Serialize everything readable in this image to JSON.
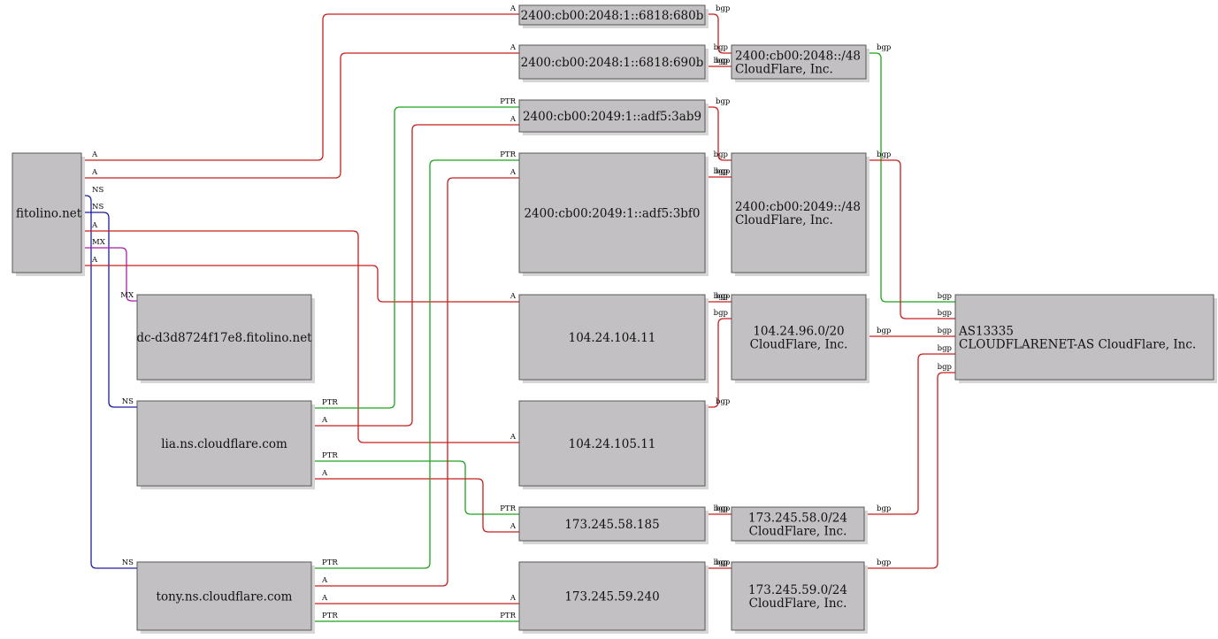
{
  "colors": {
    "A": "#c81e1e",
    "PTR": "#1ea51e",
    "NS": "#1e1e9b",
    "MX": "#aa1eaa",
    "bgp": "#c81e1e"
  },
  "nodes": {
    "fitolino": {
      "lines": [
        "fitolino.net"
      ]
    },
    "dc": {
      "lines": [
        "dc-d3d8724f17e8.fitolino.net"
      ]
    },
    "lia": {
      "lines": [
        "lia.ns.cloudflare.com"
      ]
    },
    "tony": {
      "lines": [
        "tony.ns.cloudflare.com"
      ]
    },
    "ip6_680b": {
      "lines": [
        "2400:cb00:2048:1::6818:680b"
      ]
    },
    "ip6_690b": {
      "lines": [
        "2400:cb00:2048:1::6818:690b"
      ]
    },
    "ip6_3ab9": {
      "lines": [
        "2400:cb00:2049:1::adf5:3ab9"
      ]
    },
    "ip6_3bf0": {
      "lines": [
        "2400:cb00:2049:1::adf5:3bf0"
      ]
    },
    "ip_104_11": {
      "lines": [
        "104.24.104.11"
      ]
    },
    "ip_105_11": {
      "lines": [
        "104.24.105.11"
      ]
    },
    "ip_58_185": {
      "lines": [
        "173.245.58.185"
      ]
    },
    "ip_59_240": {
      "lines": [
        "173.245.59.240"
      ]
    },
    "net_2048": {
      "lines": [
        "2400:cb00:2048::/48",
        "CloudFlare, Inc."
      ]
    },
    "net_2049": {
      "lines": [
        "2400:cb00:2049::/48",
        "CloudFlare, Inc."
      ]
    },
    "net_104": {
      "lines": [
        "104.24.96.0/20",
        "CloudFlare, Inc."
      ]
    },
    "net_58": {
      "lines": [
        "173.245.58.0/24",
        "CloudFlare, Inc."
      ]
    },
    "net_59": {
      "lines": [
        "173.245.59.0/24",
        "CloudFlare, Inc."
      ]
    },
    "as": {
      "lines": [
        "AS13335",
        "CLOUDFLARENET-AS CloudFlare, Inc."
      ]
    }
  },
  "edges": [
    {
      "from": "fitolino",
      "to": "ip6_680b",
      "type": "A",
      "src_label": "A",
      "dst_label": "A"
    },
    {
      "from": "fitolino",
      "to": "ip6_690b",
      "type": "A",
      "src_label": "A",
      "dst_label": "A"
    },
    {
      "from": "fitolino",
      "to": "tony",
      "type": "NS",
      "src_label": "NS",
      "dst_label": "NS"
    },
    {
      "from": "fitolino",
      "to": "lia",
      "type": "NS",
      "src_label": "NS",
      "dst_label": "NS"
    },
    {
      "from": "fitolino",
      "to": "ip_105_11",
      "type": "A",
      "src_label": "A",
      "dst_label": "A"
    },
    {
      "from": "fitolino",
      "to": "dc",
      "type": "MX",
      "src_label": "MX",
      "dst_label": "MX"
    },
    {
      "from": "fitolino",
      "to": "ip_104_11",
      "type": "A",
      "src_label": "A",
      "dst_label": "A"
    },
    {
      "from": "lia",
      "to": "ip6_3ab9",
      "type": "PTR",
      "src_label": "PTR",
      "dst_label": "PTR"
    },
    {
      "from": "lia",
      "to": "ip6_3ab9",
      "type": "A",
      "src_label": "A",
      "dst_label": "A"
    },
    {
      "from": "lia",
      "to": "ip_58_185",
      "type": "PTR",
      "src_label": "PTR",
      "dst_label": "PTR"
    },
    {
      "from": "lia",
      "to": "ip_58_185",
      "type": "A",
      "src_label": "A",
      "dst_label": "A"
    },
    {
      "from": "tony",
      "to": "ip6_3bf0",
      "type": "PTR",
      "src_label": "PTR",
      "dst_label": "PTR"
    },
    {
      "from": "tony",
      "to": "ip6_3bf0",
      "type": "A",
      "src_label": "A",
      "dst_label": "A"
    },
    {
      "from": "tony",
      "to": "ip_59_240",
      "type": "A",
      "src_label": "A",
      "dst_label": "A"
    },
    {
      "from": "tony",
      "to": "ip_59_240",
      "type": "PTR",
      "src_label": "PTR",
      "dst_label": "PTR"
    },
    {
      "from": "ip6_680b",
      "to": "net_2048",
      "type": "bgp",
      "src_label": "bgp",
      "dst_label": "bgp"
    },
    {
      "from": "ip6_690b",
      "to": "net_2048",
      "type": "bgp",
      "src_label": "bgp",
      "dst_label": "bgp"
    },
    {
      "from": "ip6_3ab9",
      "to": "net_2049",
      "type": "bgp",
      "src_label": "bgp",
      "dst_label": "bgp"
    },
    {
      "from": "ip6_3bf0",
      "to": "net_2049",
      "type": "bgp",
      "src_label": "bgp",
      "dst_label": "bgp"
    },
    {
      "from": "ip_104_11",
      "to": "net_104",
      "type": "bgp",
      "src_label": "bgp",
      "dst_label": "bgp"
    },
    {
      "from": "ip_105_11",
      "to": "net_104",
      "type": "bgp",
      "src_label": "bgp",
      "dst_label": "bgp"
    },
    {
      "from": "ip_58_185",
      "to": "net_58",
      "type": "bgp",
      "src_label": "bgp",
      "dst_label": "bgp"
    },
    {
      "from": "ip_59_240",
      "to": "net_59",
      "type": "bgp",
      "src_label": "bgp",
      "dst_label": "bgp"
    },
    {
      "from": "net_2048",
      "to": "as",
      "type": "bgp",
      "color": "PTR",
      "src_label": "bgp",
      "dst_label": "bgp"
    },
    {
      "from": "net_2049",
      "to": "as",
      "type": "bgp",
      "src_label": "bgp",
      "dst_label": "bgp"
    },
    {
      "from": "net_104",
      "to": "as",
      "type": "bgp",
      "src_label": "bgp",
      "dst_label": "bgp"
    },
    {
      "from": "net_58",
      "to": "as",
      "type": "bgp",
      "src_label": "bgp",
      "dst_label": "bgp"
    },
    {
      "from": "net_59",
      "to": "as",
      "type": "bgp",
      "src_label": "bgp",
      "dst_label": "bgp"
    }
  ]
}
